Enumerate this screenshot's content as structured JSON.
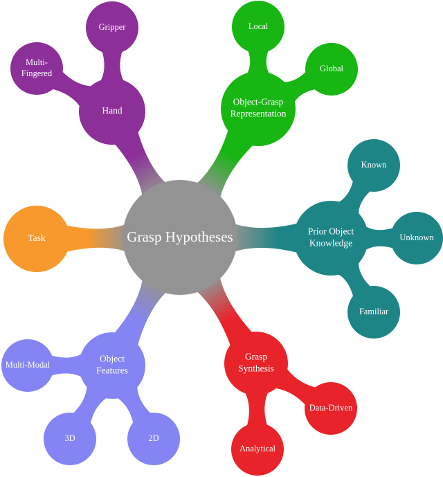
{
  "center": {
    "label": "Grasp Hypotheses",
    "color": "#939393"
  },
  "branches": {
    "hand": {
      "label_lines": [
        "Hand"
      ],
      "color": "#8c2f99",
      "children": [
        {
          "label_lines": [
            "Gripper"
          ]
        },
        {
          "label_lines": [
            "Multi-",
            "Fingered"
          ]
        }
      ]
    },
    "representation": {
      "label_lines": [
        "Object-Grasp",
        "Representation"
      ],
      "color": "#17b613",
      "children": [
        {
          "label_lines": [
            "Local"
          ]
        },
        {
          "label_lines": [
            "Global"
          ]
        }
      ]
    },
    "prior_knowledge": {
      "label_lines": [
        "Prior Object",
        "Knowledge"
      ],
      "color": "#1d8586",
      "children": [
        {
          "label_lines": [
            "Known"
          ]
        },
        {
          "label_lines": [
            "Unknown"
          ]
        },
        {
          "label_lines": [
            "Familiar"
          ]
        }
      ]
    },
    "synthesis": {
      "label_lines": [
        "Grasp",
        "Synthesis"
      ],
      "color": "#e9232a",
      "children": [
        {
          "label_lines": [
            "Data-Driven"
          ]
        },
        {
          "label_lines": [
            "Analytical"
          ]
        }
      ]
    },
    "features": {
      "label_lines": [
        "Object",
        "Features"
      ],
      "color": "#8484f4",
      "children": [
        {
          "label_lines": [
            "Multi-Modal"
          ]
        },
        {
          "label_lines": [
            "3D"
          ]
        },
        {
          "label_lines": [
            "2D"
          ]
        }
      ]
    },
    "task": {
      "label_lines": [
        "Task"
      ],
      "color": "#f7992d",
      "children": []
    }
  }
}
